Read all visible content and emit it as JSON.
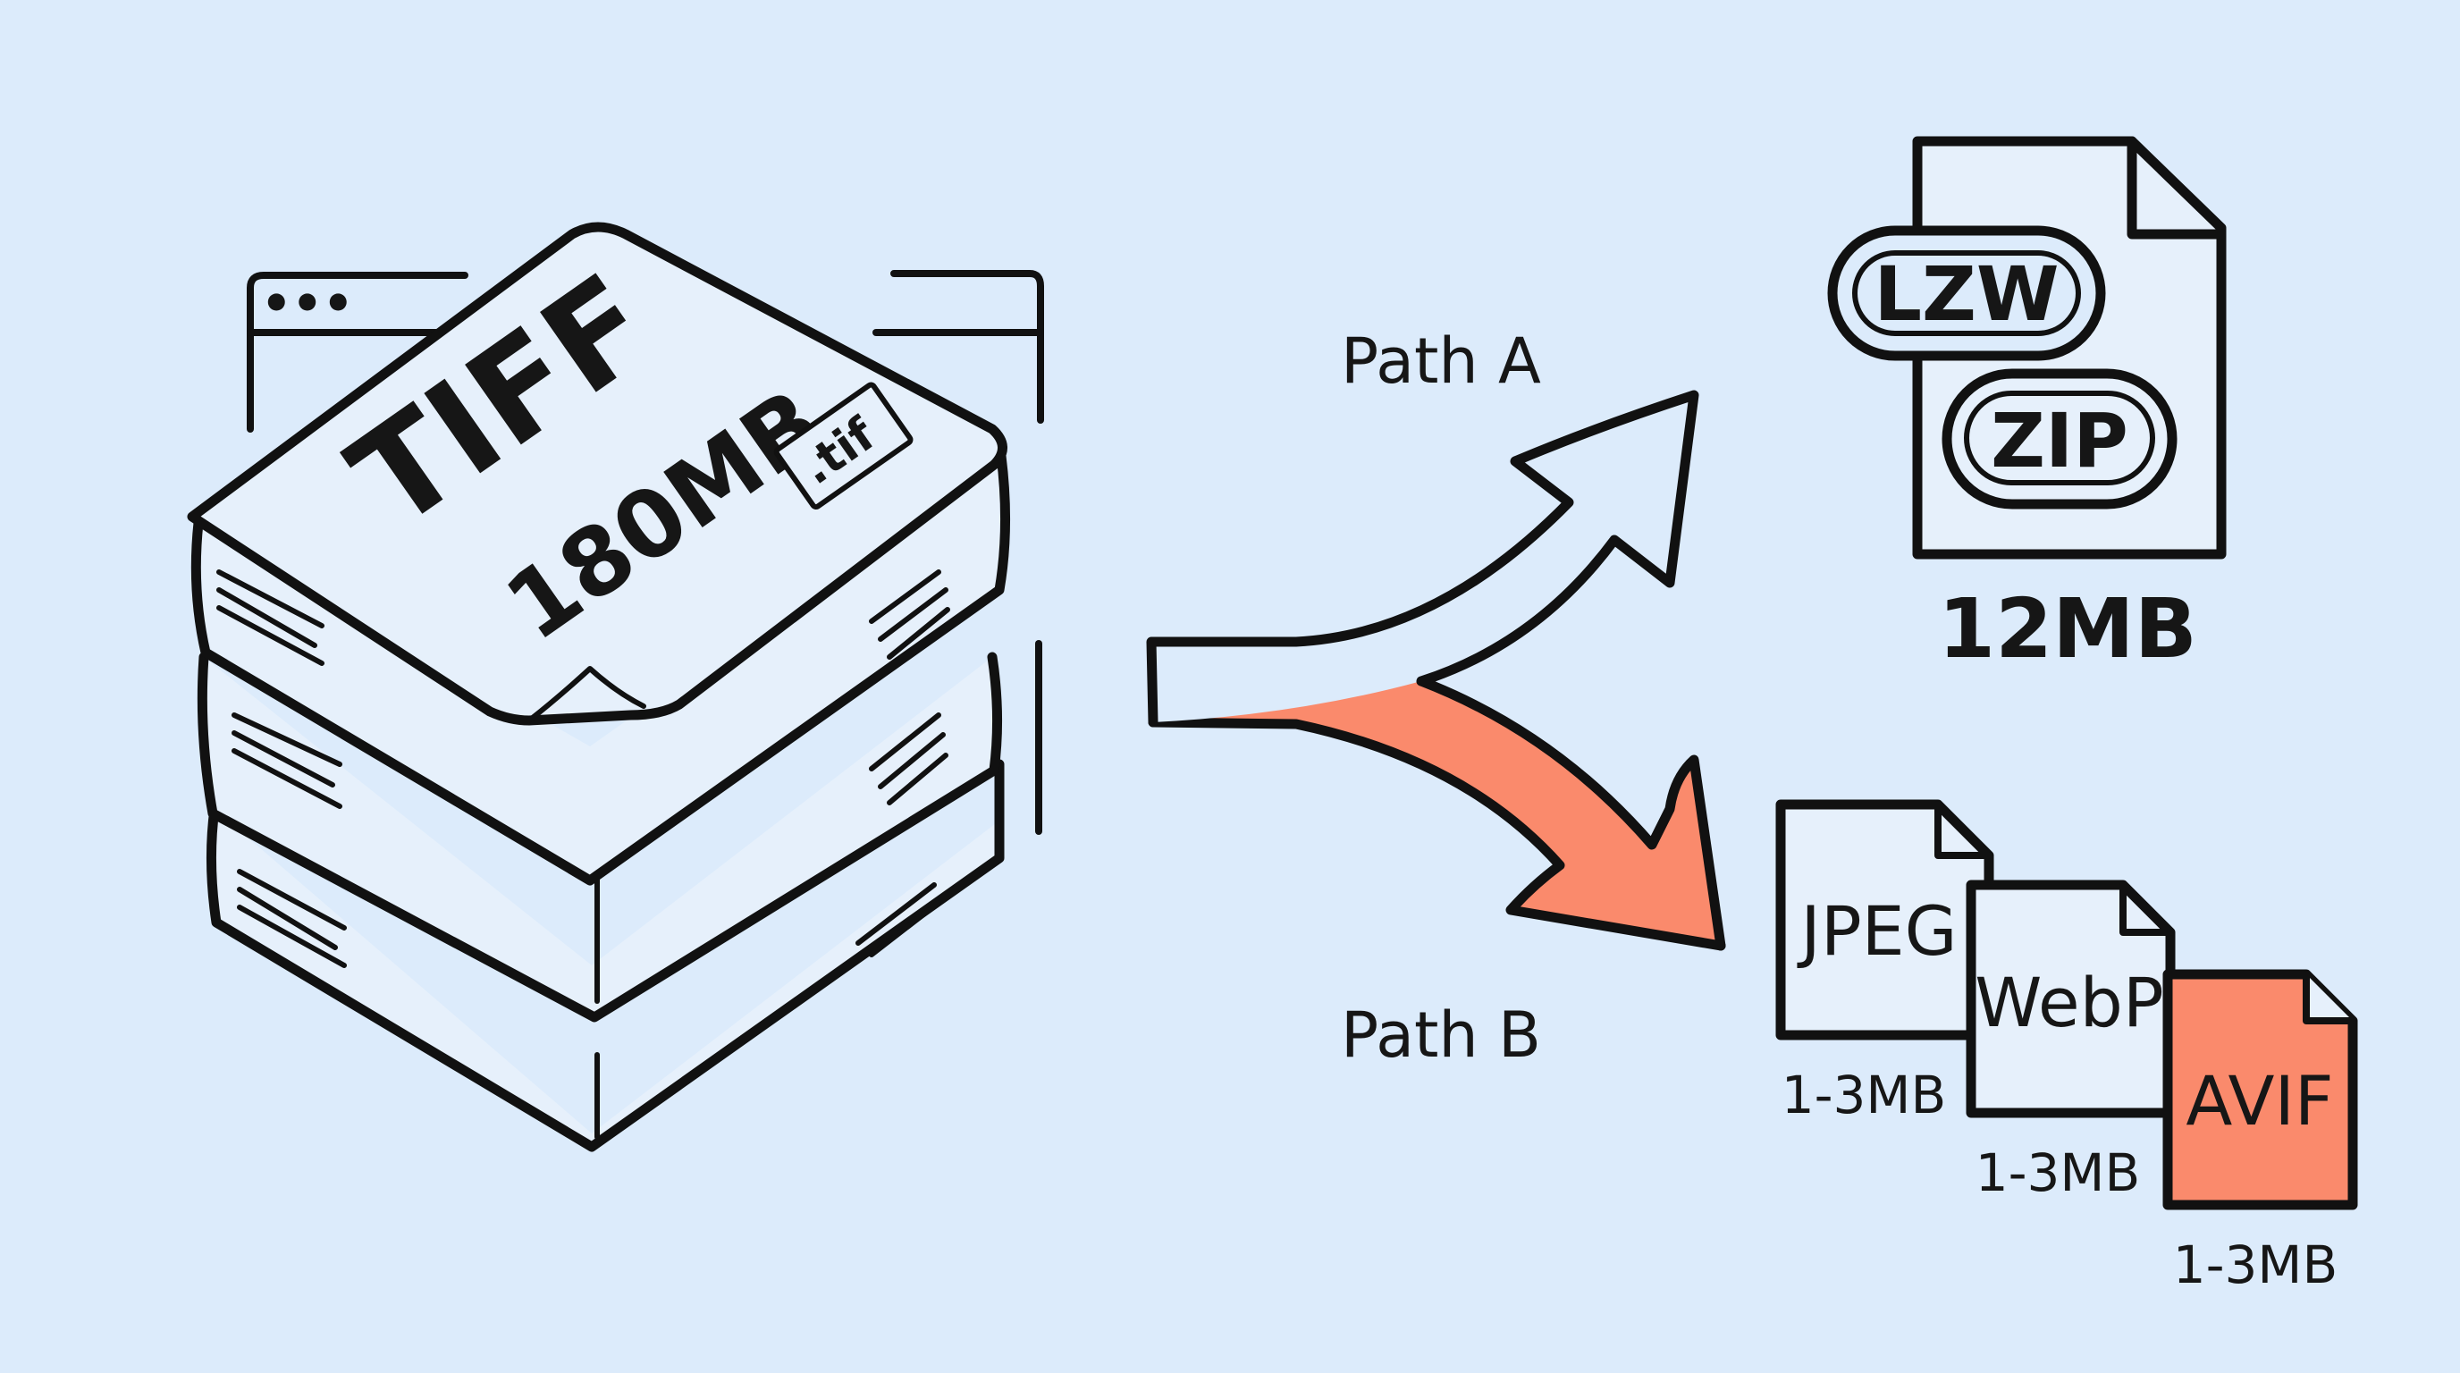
{
  "colors": {
    "background": "#dcebfb",
    "ink": "#111111",
    "accent": "#fa8a6c",
    "paper": "#e6f0fb"
  },
  "source": {
    "format": "TIFF",
    "size": "180MB",
    "extension": ".tif",
    "window_dots": "•••"
  },
  "path_a": {
    "label": "Path A",
    "badges": [
      "LZW",
      "ZIP"
    ],
    "size": "12MB"
  },
  "path_b": {
    "label": "Path B",
    "files": [
      {
        "format": "JPEG",
        "size": "1-3MB"
      },
      {
        "format": "WebP",
        "size": "1-3MB"
      },
      {
        "format": "AVIF",
        "size": "1-3MB"
      }
    ]
  }
}
